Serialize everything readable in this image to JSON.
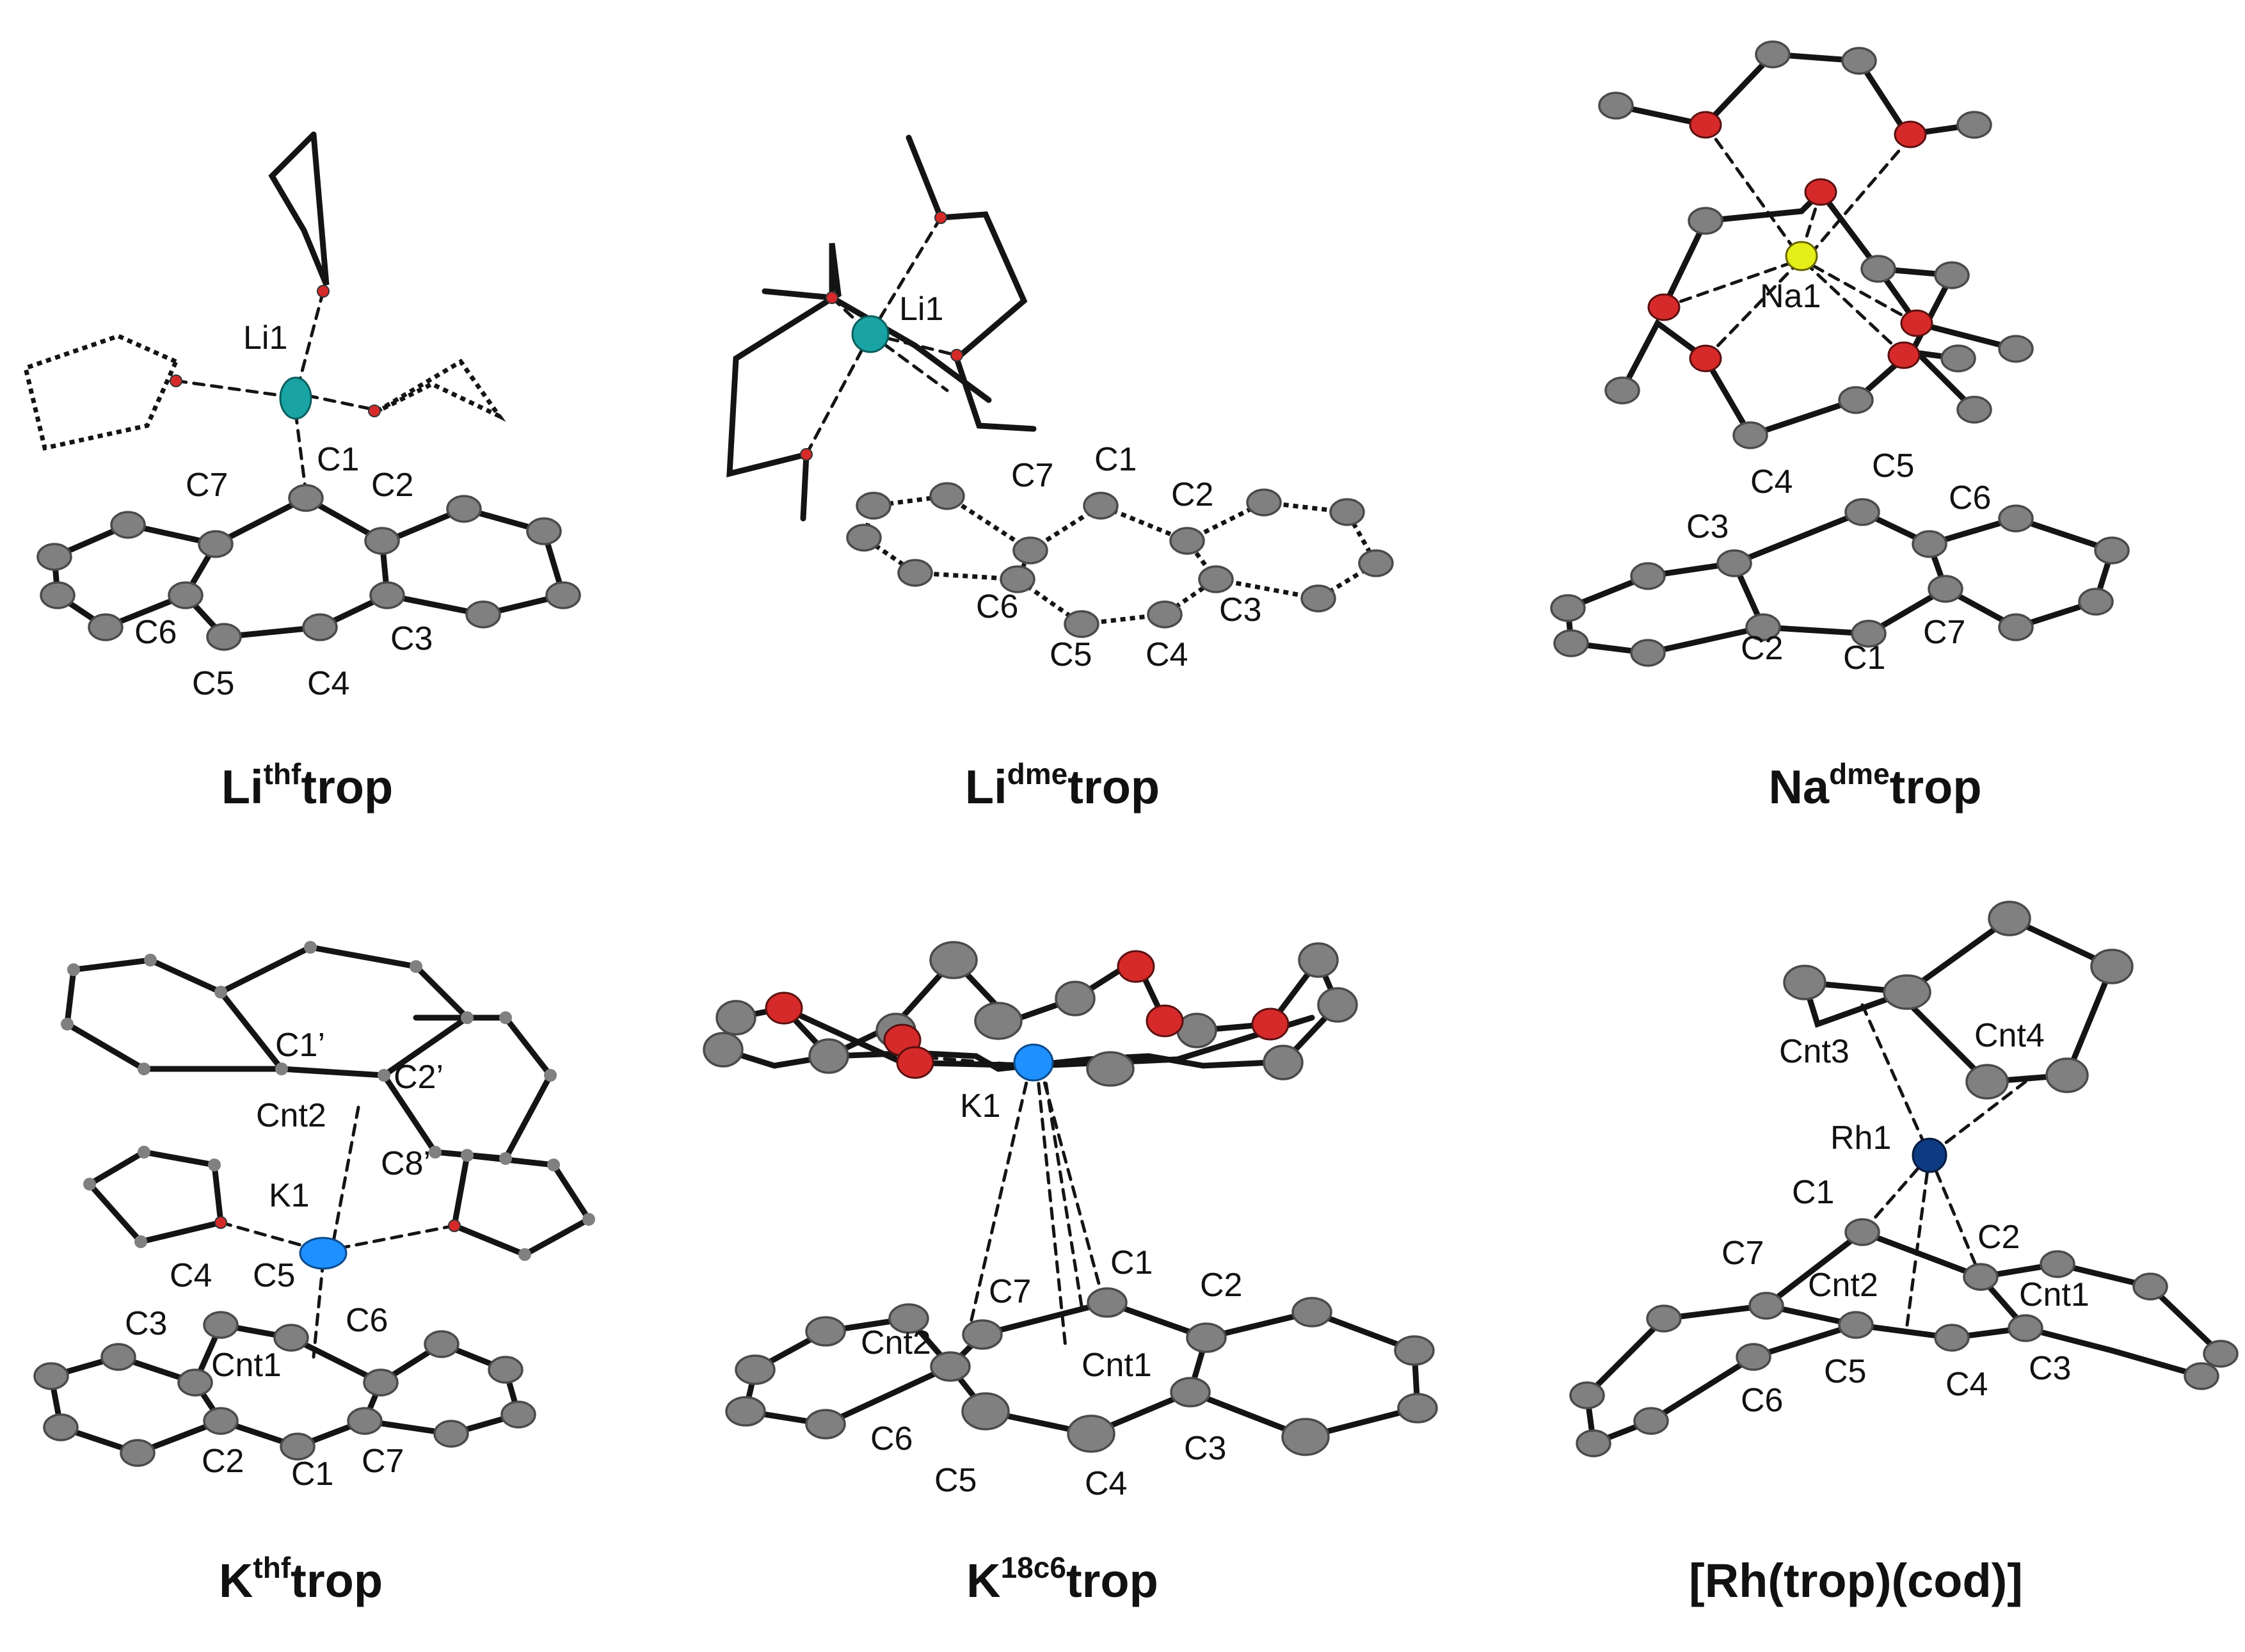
{
  "colors": {
    "carbon": "#808080",
    "oxygen": "#d62a2a",
    "lithium": "#1aa3a3",
    "sodium": "#e6ee1a",
    "potassium": "#1e90ff",
    "rhodium": "#0d3a80",
    "bond": "#141414"
  },
  "panels": [
    {
      "title_main": "Li",
      "title_sup": "thf",
      "title_tail": "trop",
      "labels": [
        "Li1",
        "C1",
        "C2",
        "C7",
        "C6",
        "C5",
        "C4",
        "C3"
      ]
    },
    {
      "title_main": "Li",
      "title_sup": "dme",
      "title_tail": "trop",
      "labels": [
        "Li1",
        "C7",
        "C1",
        "C2",
        "C6",
        "C5",
        "C4",
        "C3"
      ]
    },
    {
      "title_main": "Na",
      "title_sup": "dme",
      "title_tail": "trop",
      "labels": [
        "Na1",
        "C4",
        "C5",
        "C3",
        "C6",
        "C2",
        "C1",
        "C7"
      ]
    },
    {
      "title_main": "K",
      "title_sup": "thf",
      "title_tail": "trop",
      "labels": [
        "C1’",
        "C2’",
        "Cnt2",
        "C8’",
        "K1",
        "C4",
        "C5",
        "C6",
        "C3",
        "Cnt1",
        "C2",
        "C1",
        "C7"
      ]
    },
    {
      "title_main": "K",
      "title_sup": "18c6",
      "title_tail": "trop",
      "labels": [
        "K1",
        "C1",
        "C7",
        "C2",
        "Cnt2",
        "Cnt1",
        "C6",
        "C5",
        "C4",
        "C3"
      ]
    },
    {
      "title_main": "[Rh(trop)(cod)]",
      "title_sup": "",
      "title_tail": "",
      "labels": [
        "Cnt3",
        "Cnt4",
        "Rh1",
        "C1",
        "C7",
        "C2",
        "Cnt2",
        "Cnt1",
        "C6",
        "C5",
        "C4",
        "C3"
      ]
    }
  ]
}
